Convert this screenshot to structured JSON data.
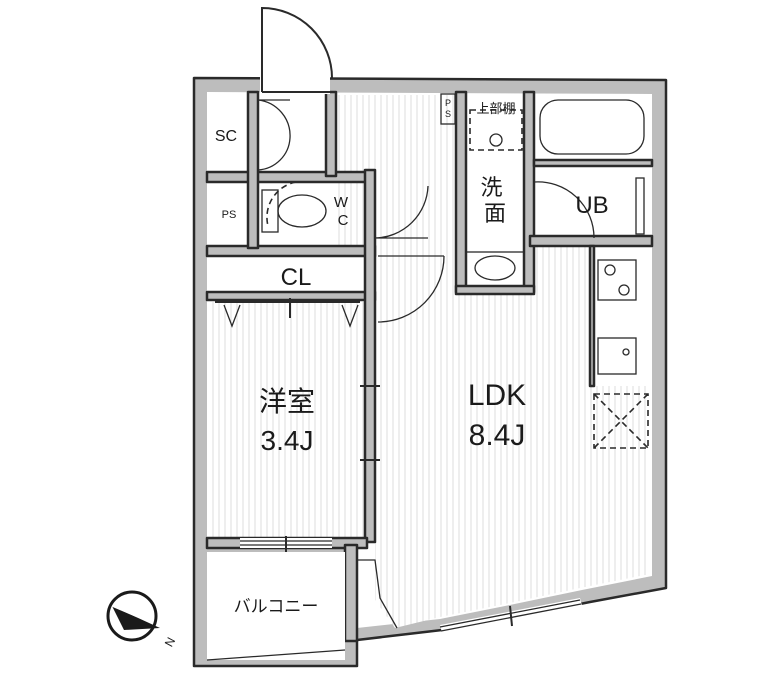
{
  "rooms": {
    "sc": "SC",
    "ps1": "PS",
    "ps2": "P\nS",
    "wc": "W\nC",
    "cl": "CL",
    "upper_shelf": "上部棚",
    "washroom": "洗\n面",
    "ub": "UB",
    "bedroom_name": "洋室",
    "bedroom_size": "3.4J",
    "ldk_name": "LDK",
    "ldk_size": "8.4J",
    "balcony": "バルコニー"
  },
  "compass": {
    "label": "N",
    "icon": "north-arrow-icon"
  },
  "colors": {
    "wall": "#bdbdbd",
    "line": "#2a2a2a",
    "floor": "#ffffff"
  }
}
